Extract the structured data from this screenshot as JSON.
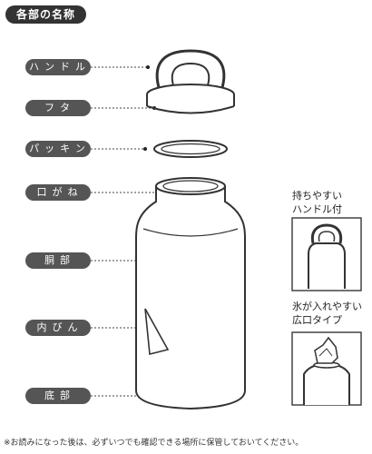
{
  "header": {
    "title": "各部の名称"
  },
  "parts": [
    {
      "id": "handle",
      "label": "ハンドル"
    },
    {
      "id": "lid",
      "label": "フタ"
    },
    {
      "id": "gasket",
      "label": "パッキン"
    },
    {
      "id": "mouth",
      "label": "口がね"
    },
    {
      "id": "body",
      "label": "胴部"
    },
    {
      "id": "inner",
      "label": "内びん"
    },
    {
      "id": "bottom",
      "label": "底部"
    }
  ],
  "features": [
    {
      "id": "handle-feature",
      "text": "持ちやすい\nハンドル付"
    },
    {
      "id": "ice-feature",
      "text": "氷が入れやすい\n広口タイプ"
    }
  ],
  "footnote": "※お読みになった後は、必ずいつでも確認できる場所に保管しておいてください。"
}
